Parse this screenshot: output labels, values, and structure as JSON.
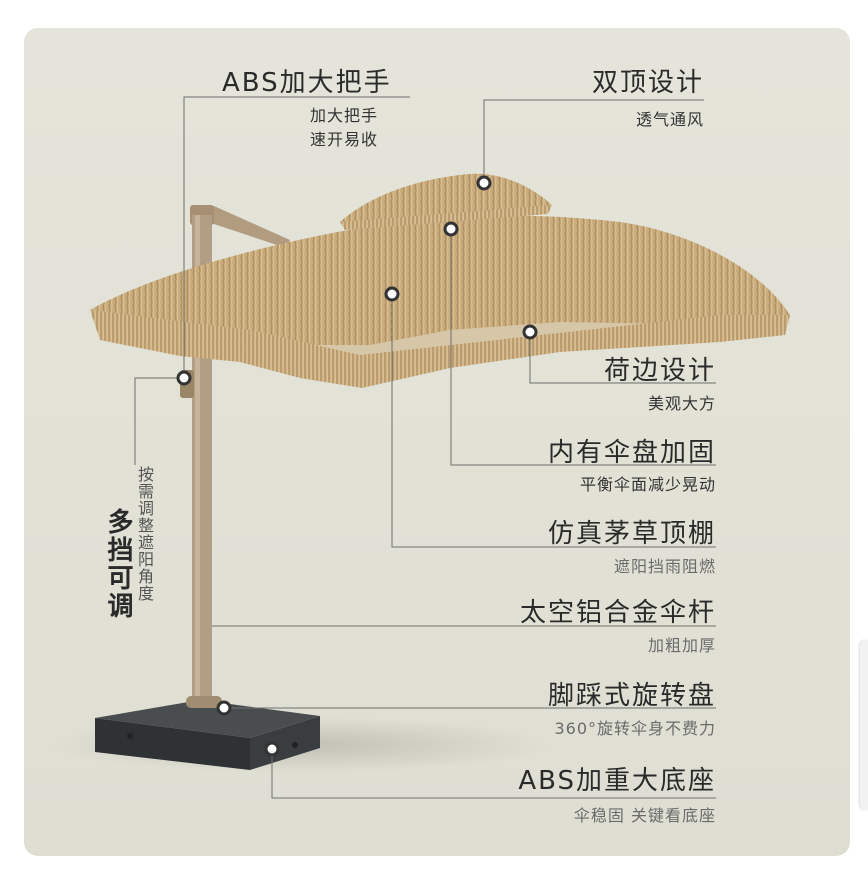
{
  "callouts": {
    "handle": {
      "title": "ABS加大把手",
      "line1": "加大把手",
      "line2": "速开易收"
    },
    "double_top": {
      "title": "双顶设计",
      "sub": "透气通风"
    },
    "fringe": {
      "title": "荷边设计",
      "sub": "美观大方"
    },
    "disc": {
      "title": "内有伞盘加固",
      "sub": "平衡伞面减少晃动"
    },
    "thatch": {
      "title": "仿真茅草顶棚",
      "sub": "遮阳挡雨阻燃"
    },
    "pole": {
      "title": "太空铝合金伞杆",
      "sub": "加粗加厚"
    },
    "pedal": {
      "title": "脚踩式旋转盘",
      "sub": "360°旋转伞身不费力"
    },
    "base": {
      "title": "ABS加重大底座",
      "sub": "伞稳固 关键看底座"
    }
  },
  "tilt": {
    "title": "多挡可调",
    "desc": "按需调整遮阳角度"
  },
  "colors": {
    "background": "#e2e2d7",
    "thatch": "#c9ab7b",
    "pole": "#b29e84",
    "base": "#3c3f42"
  }
}
